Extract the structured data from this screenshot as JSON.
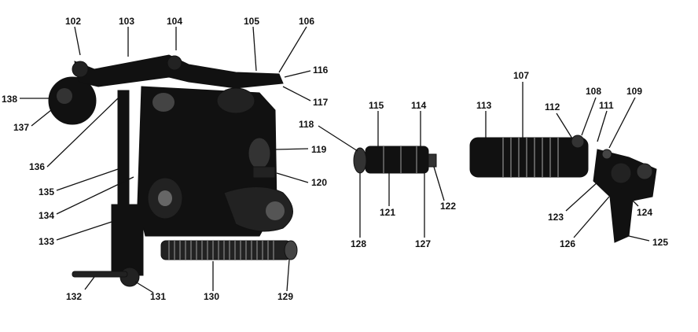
{
  "diagram": {
    "callouts": {
      "c102": "102",
      "c103": "103",
      "c104": "104",
      "c105": "105",
      "c106": "106",
      "c107": "107",
      "c108": "108",
      "c109": "109",
      "c111": "111",
      "c112": "112",
      "c113": "113",
      "c114": "114",
      "c115": "115",
      "c116": "116",
      "c117": "117",
      "c118": "118",
      "c119": "119",
      "c120": "120",
      "c121": "121",
      "c122": "122",
      "c123": "123",
      "c124": "124",
      "c125": "125",
      "c126": "126",
      "c127": "127",
      "c128": "128",
      "c129": "129",
      "c130": "130",
      "c131": "131",
      "c132": "132",
      "c133": "133",
      "c134": "134",
      "c135": "135",
      "c136": "136",
      "c137": "137",
      "c138": "138"
    },
    "colors": {
      "ink": "#111111",
      "shade": "#2a2a2a",
      "paper": "#ffffff"
    }
  }
}
